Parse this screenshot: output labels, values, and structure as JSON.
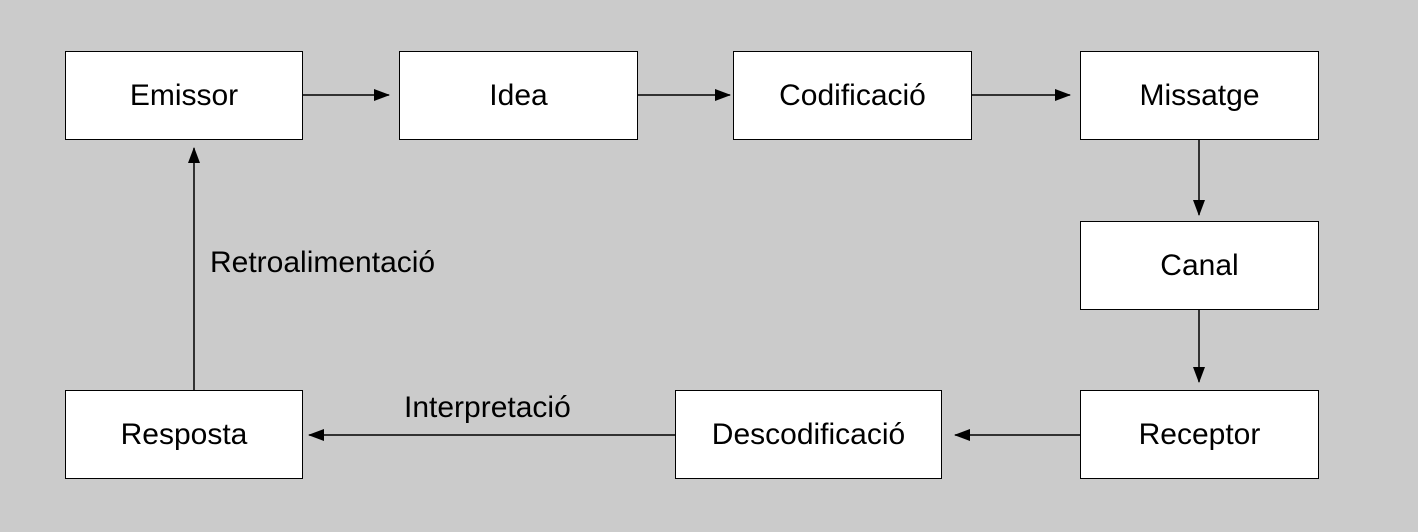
{
  "diagram": {
    "type": "flowchart",
    "background_color": "#cbcbcb",
    "node_fill": "#ffffff",
    "stroke_color": "#000000",
    "nodes": {
      "emissor": "Emissor",
      "idea": "Idea",
      "codificacio": "Codificació",
      "missatge": "Missatge",
      "canal": "Canal",
      "receptor": "Receptor",
      "descodificacio": "Descodificació",
      "resposta": "Resposta"
    },
    "edge_labels": {
      "interpretacio": "Interpretació",
      "retroalimentacio": "Retroalimentació"
    },
    "edges": [
      {
        "from": "emissor",
        "to": "idea"
      },
      {
        "from": "idea",
        "to": "codificacio"
      },
      {
        "from": "codificacio",
        "to": "missatge"
      },
      {
        "from": "missatge",
        "to": "canal"
      },
      {
        "from": "canal",
        "to": "receptor"
      },
      {
        "from": "receptor",
        "to": "descodificacio"
      },
      {
        "from": "descodificacio",
        "to": "resposta",
        "label": "Interpretació"
      },
      {
        "from": "resposta",
        "to": "emissor",
        "label": "Retroalimentació"
      }
    ]
  }
}
